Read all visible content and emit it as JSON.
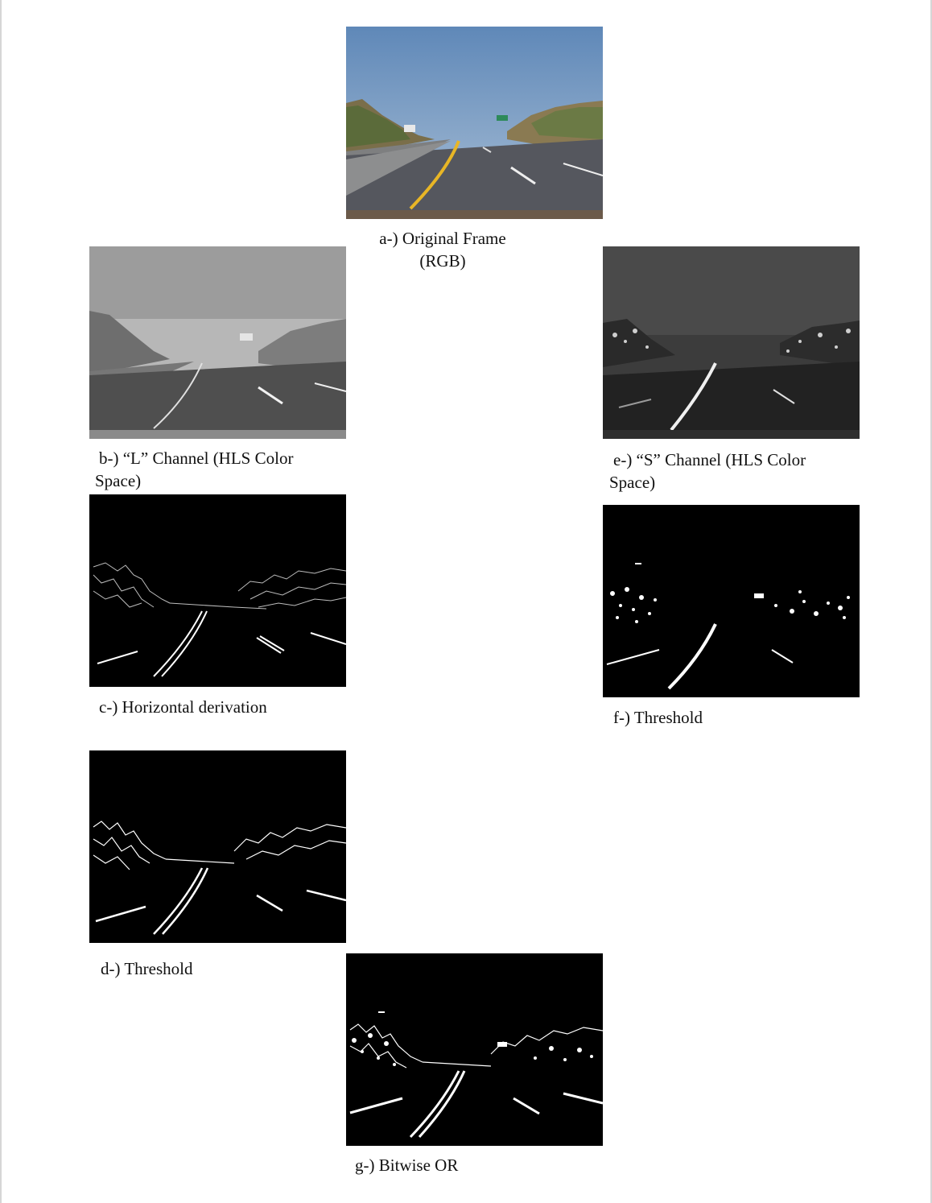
{
  "figures": [
    {
      "id": "a",
      "caption_line1": "a-) Original Frame",
      "caption_line2": "(RGB)"
    },
    {
      "id": "b",
      "caption_line1": "b-) “L” Channel (HLS Color",
      "caption_line2": "Space)"
    },
    {
      "id": "e",
      "caption_line1": "e-) “S” Channel (HLS Color",
      "caption_line2": "Space)"
    },
    {
      "id": "c",
      "caption": "c-) Horizontal derivation"
    },
    {
      "id": "f",
      "caption": "f-) Threshold"
    },
    {
      "id": "d",
      "caption": "d-) Threshold"
    },
    {
      "id": "g",
      "caption": "g-) Bitwise OR"
    }
  ],
  "colors": {
    "sky": "#6f94bf",
    "road": "#5a5c63",
    "lane_yellow": "#e8b626",
    "edge_background": "#000000",
    "edge_stroke": "#ffffff"
  }
}
